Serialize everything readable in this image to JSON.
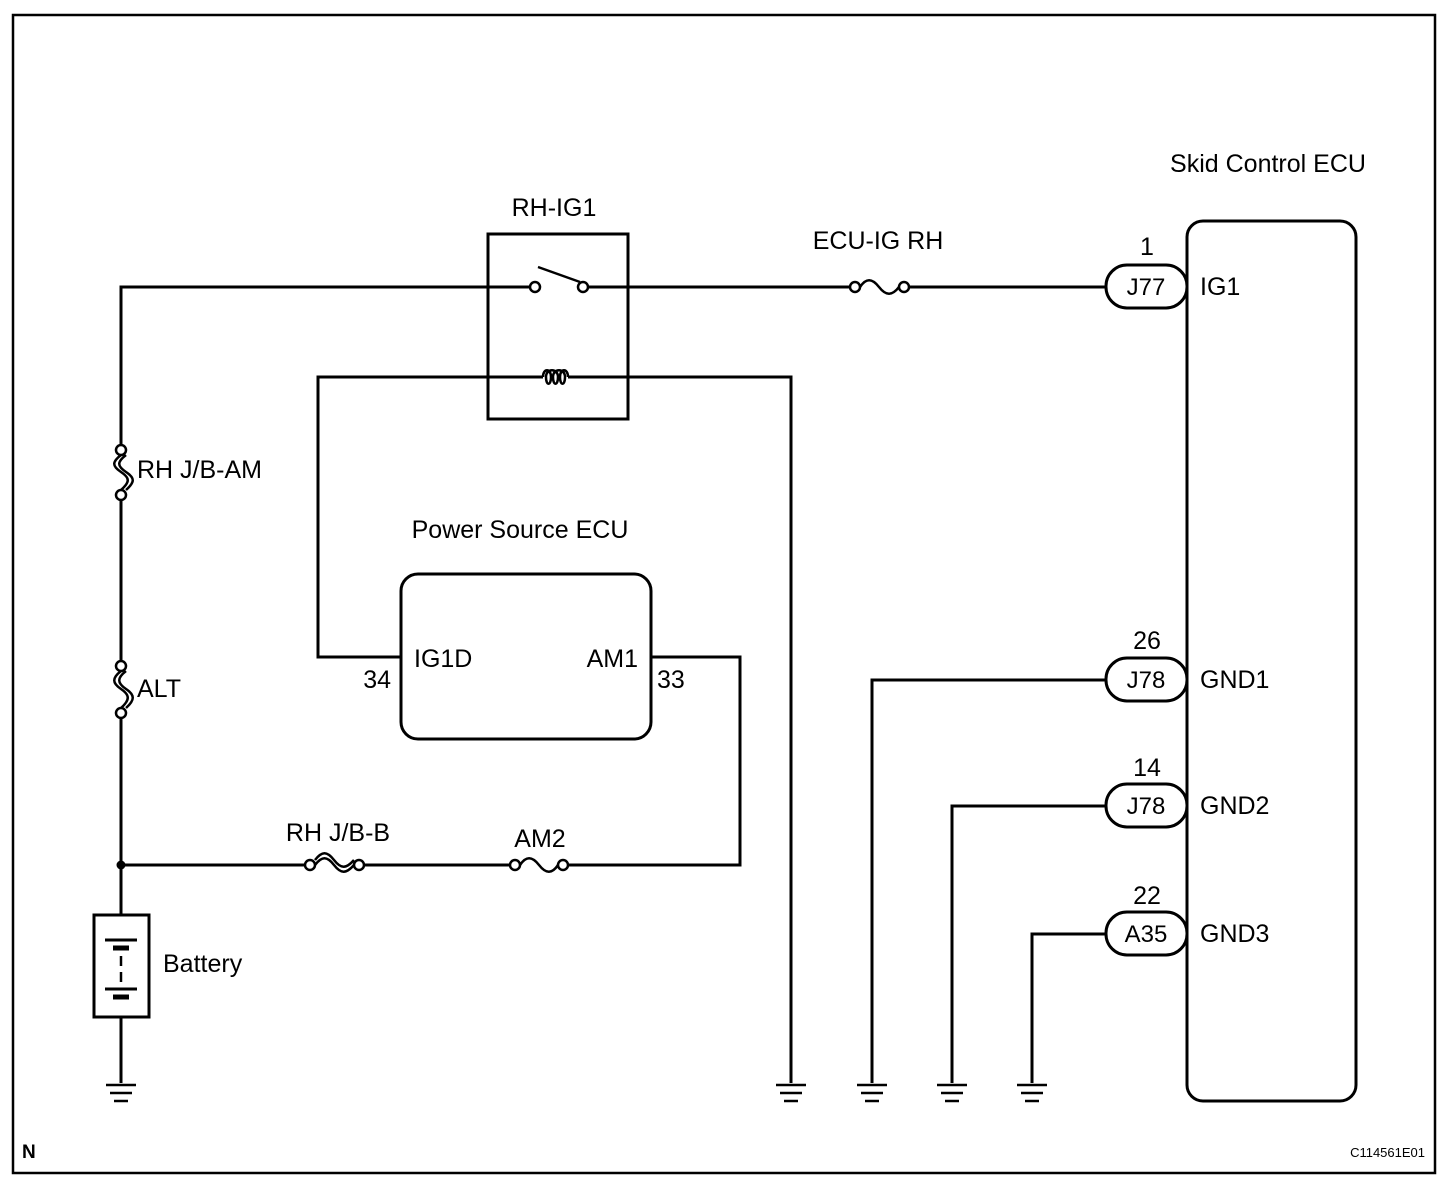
{
  "components": {
    "skid_control_ecu": {
      "label": "Skid Control ECU"
    },
    "relay": {
      "label": "RH-IG1"
    },
    "fuse_ecu_ig": {
      "label": "ECU-IG RH"
    },
    "fuse_rh_jb_am": {
      "label": "RH J/B-AM"
    },
    "fuse_alt": {
      "label": "ALT"
    },
    "fuse_rh_jb_b": {
      "label": "RH J/B-B"
    },
    "fuse_am2": {
      "label": "AM2"
    },
    "battery": {
      "label": "Battery"
    },
    "power_source_ecu": {
      "label": "Power Source ECU",
      "pin_left_name": "IG1D",
      "pin_left_number": "34",
      "pin_right_name": "AM1",
      "pin_right_number": "33"
    }
  },
  "skid_ecu_pins": [
    {
      "number": "1",
      "connector": "J77",
      "name": "IG1"
    },
    {
      "number": "26",
      "connector": "J78",
      "name": "GND1"
    },
    {
      "number": "14",
      "connector": "J78",
      "name": "GND2"
    },
    {
      "number": "22",
      "connector": "A35",
      "name": "GND3"
    }
  ],
  "footer": {
    "corner_mark": "N",
    "figure_code": "C114561E01"
  }
}
